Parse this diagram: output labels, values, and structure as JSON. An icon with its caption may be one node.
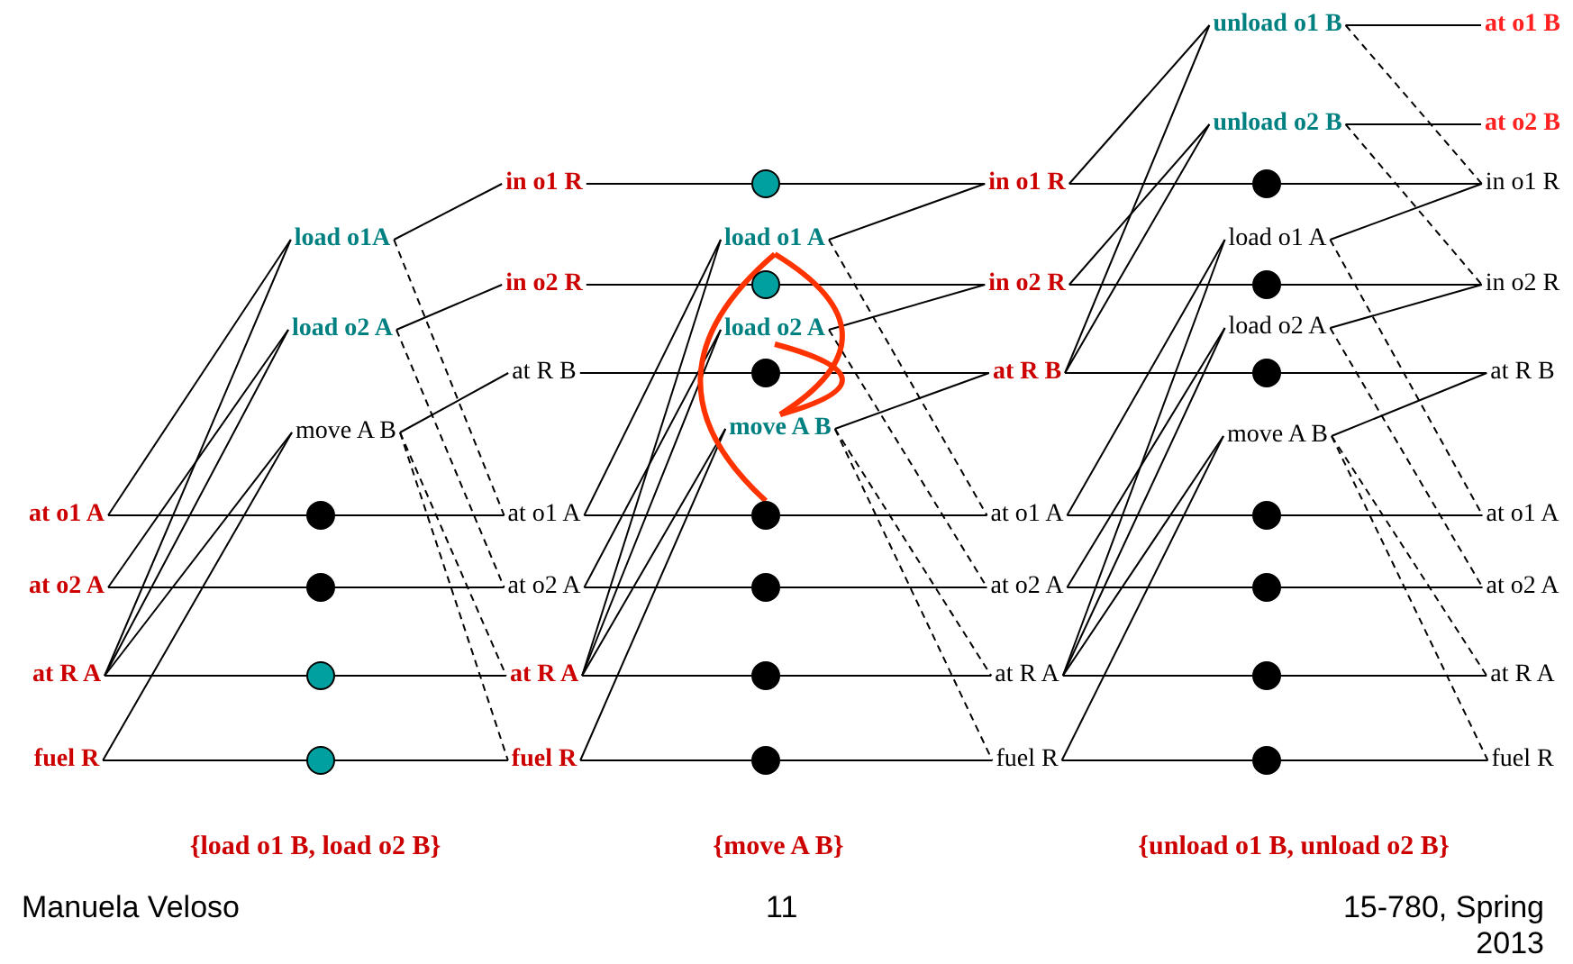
{
  "diagram": {
    "nodes": [
      {
        "text": [
          "at o1 A"
        ]
      },
      {
        "text": [
          "at o2 A"
        ]
      },
      {
        "text": [
          "at R A"
        ]
      },
      {
        "text": [
          "fuel R"
        ]
      },
      {
        "text": [
          "load o1A"
        ]
      },
      {
        "text": [
          "load o2 A"
        ]
      },
      {
        "text": [
          "move A B"
        ]
      },
      {
        "text": [],
        "shape": "circle"
      },
      {
        "text": [],
        "shape": "circle"
      },
      {
        "text": [],
        "shape": "circle"
      },
      {
        "text": [],
        "shape": "circle"
      },
      {
        "text": [
          "in o1 R"
        ]
      },
      {
        "text": [
          "in o2 R"
        ]
      },
      {
        "text": [
          "at R B"
        ]
      },
      {
        "text": [
          "at o1 A"
        ]
      },
      {
        "text": [
          "at o2 A"
        ]
      },
      {
        "text": [
          "at R A"
        ]
      },
      {
        "text": [
          "fuel R"
        ]
      },
      {
        "text": [
          "load o1 A"
        ]
      },
      {
        "text": [
          "load o2 A"
        ]
      },
      {
        "text": [
          "move A B"
        ]
      },
      {
        "text": [],
        "shape": "circle"
      },
      {
        "text": [],
        "shape": "circle"
      },
      {
        "text": [],
        "shape": "circle"
      },
      {
        "text": [],
        "shape": "circle"
      },
      {
        "text": [],
        "shape": "circle"
      },
      {
        "text": [],
        "shape": "circle"
      },
      {
        "text": [],
        "shape": "circle"
      },
      {
        "text": [
          "in o1 R"
        ]
      },
      {
        "text": [
          "in o2 R"
        ]
      },
      {
        "text": [
          "at R B"
        ]
      },
      {
        "text": [
          "at o1 A"
        ]
      },
      {
        "text": [
          "at o2 A"
        ]
      },
      {
        "text": [
          "at R A"
        ]
      },
      {
        "text": [
          "fuel R"
        ]
      },
      {
        "text": [
          "unload o1 B"
        ]
      },
      {
        "text": [
          "unload o2 B"
        ]
      },
      {
        "text": [
          "load o1 A"
        ]
      },
      {
        "text": [
          "load o2 A"
        ]
      },
      {
        "text": [
          "move A B"
        ]
      },
      {
        "text": [],
        "shape": "circle"
      },
      {
        "text": [],
        "shape": "circle"
      },
      {
        "text": [],
        "shape": "circle"
      },
      {
        "text": [],
        "shape": "circle"
      },
      {
        "text": [],
        "shape": "circle"
      },
      {
        "text": [],
        "shape": "circle"
      },
      {
        "text": [],
        "shape": "circle"
      },
      {
        "text": [
          "at o1 B"
        ]
      },
      {
        "text": [
          "at o2 B"
        ]
      },
      {
        "text": [
          "in o1 R"
        ]
      },
      {
        "text": [
          "in o2 R"
        ]
      },
      {
        "text": [
          "at R B"
        ]
      },
      {
        "text": [
          "at o1 A"
        ]
      },
      {
        "text": [
          "at o2 A"
        ]
      },
      {
        "text": [
          "at R A"
        ]
      },
      {
        "text": [
          "fuel R"
        ]
      }
    ],
    "edges": [
      {
        "from": 0,
        "to": 4,
        "arrow": "none"
      },
      {
        "from": 2,
        "to": 4,
        "arrow": "none"
      },
      {
        "from": 1,
        "to": 5,
        "arrow": "none"
      },
      {
        "from": 2,
        "to": 5,
        "arrow": "none"
      },
      {
        "from": 2,
        "to": 6,
        "arrow": "none"
      },
      {
        "from": 3,
        "to": 6,
        "arrow": "none"
      },
      {
        "from": 0,
        "to": 7,
        "arrow": "none"
      },
      {
        "from": 7,
        "to": 14,
        "arrow": "none"
      },
      {
        "from": 1,
        "to": 8,
        "arrow": "none"
      },
      {
        "from": 8,
        "to": 15,
        "arrow": "none"
      },
      {
        "from": 2,
        "to": 9,
        "arrow": "none"
      },
      {
        "from": 9,
        "to": 16,
        "arrow": "none"
      },
      {
        "from": 3,
        "to": 10,
        "arrow": "none"
      },
      {
        "from": 10,
        "to": 17,
        "arrow": "none"
      },
      {
        "from": 4,
        "to": 11,
        "arrow": "none"
      },
      {
        "from": 4,
        "to": 14,
        "arrow": "none",
        "style": "dashed"
      },
      {
        "from": 5,
        "to": 12,
        "arrow": "none"
      },
      {
        "from": 5,
        "to": 15,
        "arrow": "none",
        "style": "dashed"
      },
      {
        "from": 6,
        "to": 13,
        "arrow": "none"
      },
      {
        "from": 6,
        "to": 16,
        "arrow": "none",
        "style": "dashed"
      },
      {
        "from": 6,
        "to": 17,
        "arrow": "none",
        "style": "dashed"
      },
      {
        "from": 14,
        "to": 18,
        "arrow": "none"
      },
      {
        "from": 16,
        "to": 18,
        "arrow": "none"
      },
      {
        "from": 15,
        "to": 19,
        "arrow": "none"
      },
      {
        "from": 16,
        "to": 19,
        "arrow": "none"
      },
      {
        "from": 16,
        "to": 20,
        "arrow": "none"
      },
      {
        "from": 17,
        "to": 20,
        "arrow": "none"
      },
      {
        "from": 11,
        "to": 21,
        "arrow": "none"
      },
      {
        "from": 21,
        "to": 28,
        "arrow": "none"
      },
      {
        "from": 12,
        "to": 22,
        "arrow": "none"
      },
      {
        "from": 22,
        "to": 29,
        "arrow": "none"
      },
      {
        "from": 13,
        "to": 23,
        "arrow": "none"
      },
      {
        "from": 23,
        "to": 30,
        "arrow": "none"
      },
      {
        "from": 14,
        "to": 24,
        "arrow": "none"
      },
      {
        "from": 24,
        "to": 31,
        "arrow": "none"
      },
      {
        "from": 15,
        "to": 25,
        "arrow": "none"
      },
      {
        "from": 25,
        "to": 32,
        "arrow": "none"
      },
      {
        "from": 16,
        "to": 26,
        "arrow": "none"
      },
      {
        "from": 26,
        "to": 33,
        "arrow": "none"
      },
      {
        "from": 17,
        "to": 27,
        "arrow": "none"
      },
      {
        "from": 27,
        "to": 34,
        "arrow": "none"
      },
      {
        "from": 18,
        "to": 28,
        "arrow": "none"
      },
      {
        "from": 18,
        "to": 31,
        "arrow": "none",
        "style": "dashed"
      },
      {
        "from": 19,
        "to": 29,
        "arrow": "none"
      },
      {
        "from": 19,
        "to": 32,
        "arrow": "none",
        "style": "dashed"
      },
      {
        "from": 20,
        "to": 30,
        "arrow": "none"
      },
      {
        "from": 20,
        "to": 33,
        "arrow": "none",
        "style": "dashed"
      },
      {
        "from": 20,
        "to": 34,
        "arrow": "none",
        "style": "dashed"
      },
      {
        "from": 18,
        "to": 24,
        "arrow": "none",
        "style": "thick",
        "color": "#ff3300"
      },
      {
        "from": 18,
        "to": 20,
        "arrow": "none",
        "style": "thick",
        "color": "#ff3300"
      },
      {
        "from": 19,
        "to": 20,
        "arrow": "none",
        "style": "thick",
        "color": "#ff3300"
      },
      {
        "from": 28,
        "to": 35,
        "arrow": "none"
      },
      {
        "from": 30,
        "to": 35,
        "arrow": "none"
      },
      {
        "from": 29,
        "to": 36,
        "arrow": "none"
      },
      {
        "from": 30,
        "to": 36,
        "arrow": "none"
      },
      {
        "from": 31,
        "to": 37,
        "arrow": "none"
      },
      {
        "from": 33,
        "to": 37,
        "arrow": "none"
      },
      {
        "from": 32,
        "to": 38,
        "arrow": "none"
      },
      {
        "from": 33,
        "to": 38,
        "arrow": "none"
      },
      {
        "from": 33,
        "to": 39,
        "arrow": "none"
      },
      {
        "from": 34,
        "to": 39,
        "arrow": "none"
      },
      {
        "from": 28,
        "to": 40,
        "arrow": "none"
      },
      {
        "from": 40,
        "to": 49,
        "arrow": "none"
      },
      {
        "from": 29,
        "to": 41,
        "arrow": "none"
      },
      {
        "from": 41,
        "to": 50,
        "arrow": "none"
      },
      {
        "from": 30,
        "to": 42,
        "arrow": "none"
      },
      {
        "from": 42,
        "to": 51,
        "arrow": "none"
      },
      {
        "from": 31,
        "to": 43,
        "arrow": "none"
      },
      {
        "from": 43,
        "to": 52,
        "arrow": "none"
      },
      {
        "from": 32,
        "to": 44,
        "arrow": "none"
      },
      {
        "from": 44,
        "to": 53,
        "arrow": "none"
      },
      {
        "from": 33,
        "to": 45,
        "arrow": "none"
      },
      {
        "from": 45,
        "to": 54,
        "arrow": "none"
      },
      {
        "from": 34,
        "to": 46,
        "arrow": "none"
      },
      {
        "from": 46,
        "to": 55,
        "arrow": "none"
      },
      {
        "from": 35,
        "to": 47,
        "arrow": "none"
      },
      {
        "from": 35,
        "to": 49,
        "arrow": "none",
        "style": "dashed"
      },
      {
        "from": 36,
        "to": 48,
        "arrow": "none"
      },
      {
        "from": 36,
        "to": 50,
        "arrow": "none",
        "style": "dashed"
      },
      {
        "from": 37,
        "to": 49,
        "arrow": "none"
      },
      {
        "from": 37,
        "to": 52,
        "arrow": "none",
        "style": "dashed"
      },
      {
        "from": 38,
        "to": 50,
        "arrow": "none"
      },
      {
        "from": 38,
        "to": 53,
        "arrow": "none",
        "style": "dashed"
      },
      {
        "from": 39,
        "to": 51,
        "arrow": "none"
      },
      {
        "from": 39,
        "to": 54,
        "arrow": "none",
        "style": "dashed"
      },
      {
        "from": 39,
        "to": 55,
        "arrow": "none",
        "style": "dashed"
      }
    ],
    "labels": [
      "{load o1 B, load o2 B}",
      "{move A B}",
      "{unload o1 B, unload o2 B}",
      "Manuela Veloso",
      "11",
      "15-780, Spring 2013"
    ]
  }
}
